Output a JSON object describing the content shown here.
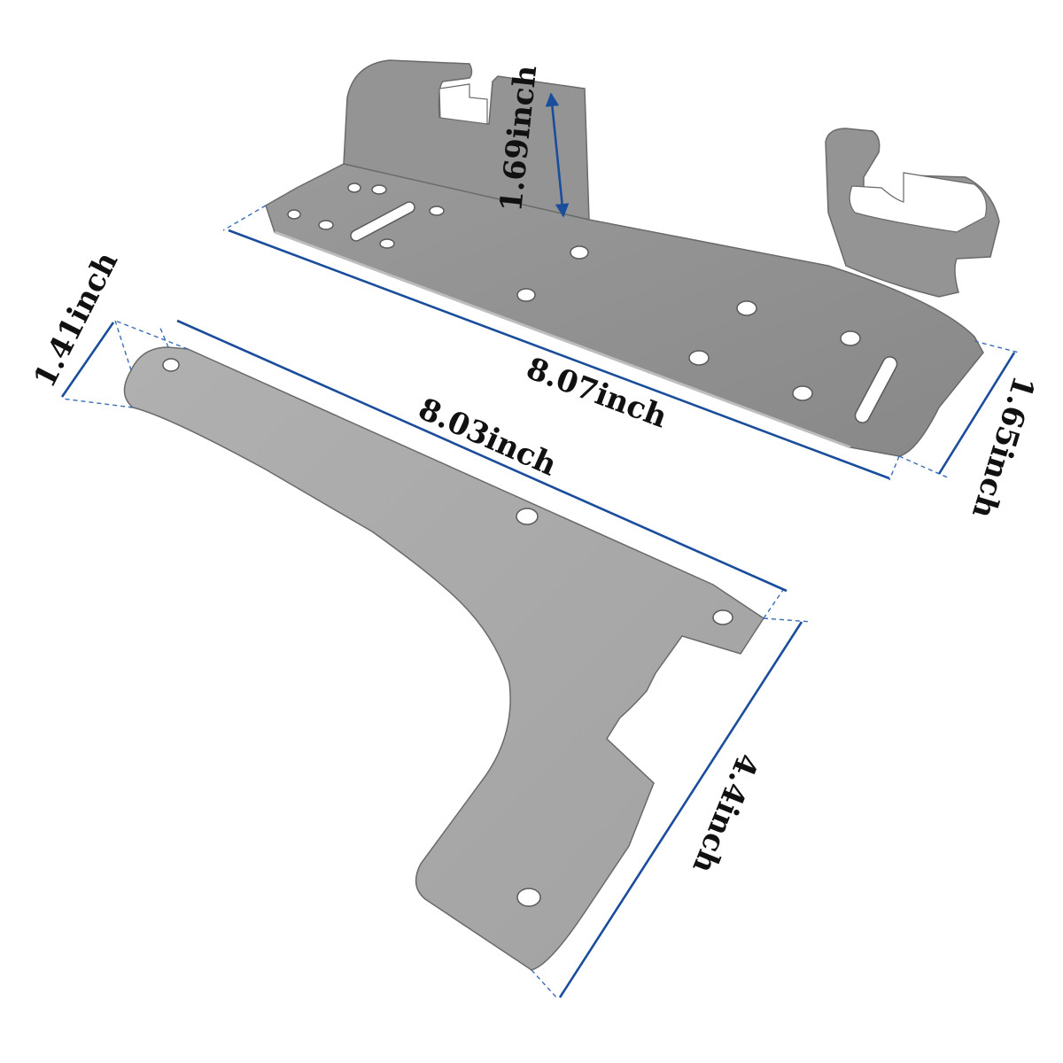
{
  "parts": [
    {
      "name": "L-shaped mounting bracket with hooks",
      "color": "#8f8f8f",
      "dimensions": [
        "8.07inch",
        "1.65inch",
        "1.69inch"
      ]
    },
    {
      "name": "Flat curved side plate",
      "color": "#a8a8a8",
      "dimensions": [
        "8.03inch",
        "1.41inch",
        "4.4inch"
      ]
    }
  ],
  "labels": {
    "top_length": "8.07inch",
    "top_width": "1.65inch",
    "top_height": "1.69inch",
    "bottom_length": "8.03inch",
    "bottom_width": "1.41inch",
    "bottom_height": "4.4inch"
  },
  "colors": {
    "dimension_line": "#1a4d9c",
    "metal_dark": "#8f8f8f",
    "metal_light": "#a8a8a8"
  }
}
